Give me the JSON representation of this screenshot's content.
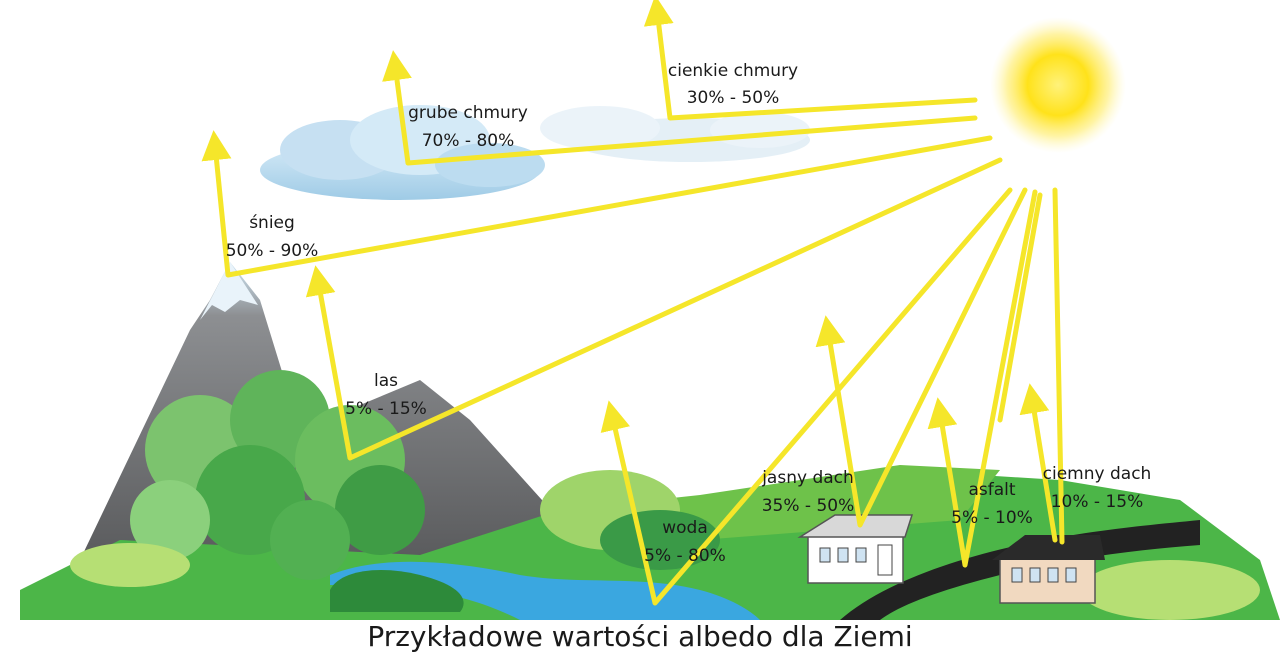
{
  "caption": "Przykładowe wartości albedo dla Ziemi",
  "colors": {
    "ray": "#f5e62a",
    "sun": "#ffe21a",
    "grass": "#4cb648",
    "grass_light": "#8ecf4e",
    "mountain": "#6e6e6e",
    "water": "#3aa7e0",
    "road": "#222222",
    "cloud": "#b9dcf0"
  },
  "surfaces": [
    {
      "id": "thin-clouds",
      "name": "cienkie chmury",
      "range": "30% - 50%"
    },
    {
      "id": "thick-clouds",
      "name": "grube chmury",
      "range": "70% - 80%"
    },
    {
      "id": "snow",
      "name": "śnieg",
      "range": "50% - 90%"
    },
    {
      "id": "forest",
      "name": "las",
      "range": "5% - 15%"
    },
    {
      "id": "water",
      "name": "woda",
      "range": "5% - 80%"
    },
    {
      "id": "light-roof",
      "name": "jasny dach",
      "range": "35% - 50%"
    },
    {
      "id": "asphalt",
      "name": "asfalt",
      "range": "5% - 10%"
    },
    {
      "id": "dark-roof",
      "name": "ciemny dach",
      "range": "10% - 15%"
    }
  ]
}
